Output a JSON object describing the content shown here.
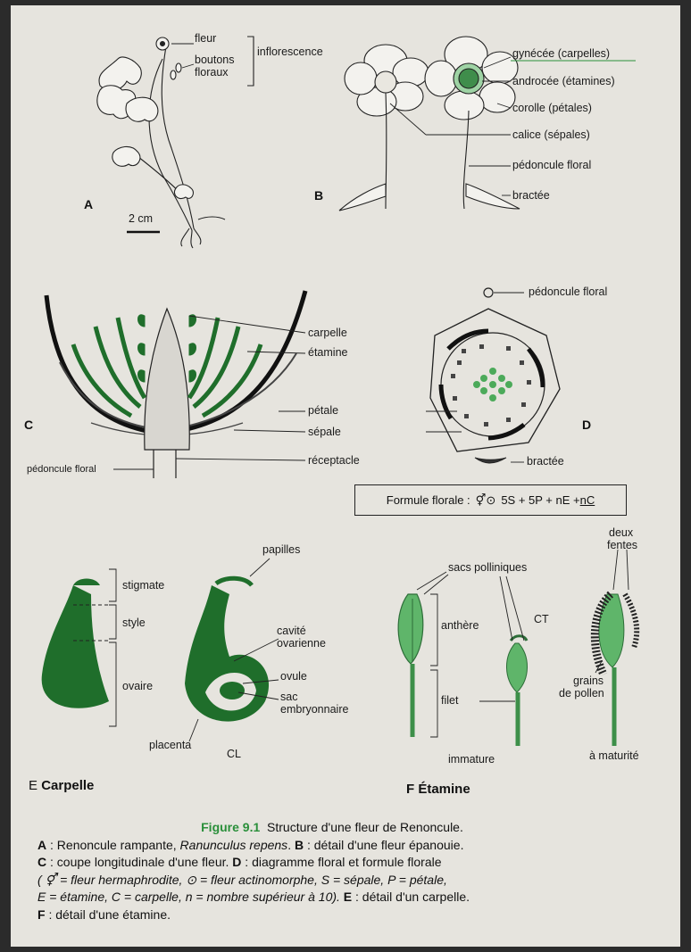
{
  "panel_a": {
    "letter": "A",
    "fleur": "fleur",
    "boutons": "boutons",
    "floraux": "floraux",
    "inflorescence": "inflorescence",
    "scale": "2 cm"
  },
  "panel_b": {
    "letter": "B",
    "gynecee": "gynécée (carpelles)",
    "androcee": "androcée (étamines)",
    "corolle": "corolle (pétales)",
    "calice": "calice (sépales)",
    "pedoncule": "pédoncule floral",
    "bractee": "bractée"
  },
  "panel_c": {
    "letter": "C",
    "carpelle": "carpelle",
    "etamine": "étamine",
    "petale": "pétale",
    "sepale": "sépale",
    "pedoncule": "pédoncule floral",
    "receptacle": "réceptacle"
  },
  "panel_d": {
    "letter": "D",
    "pedoncule": "pédoncule floral",
    "bractee": "bractée"
  },
  "formula": {
    "label": "Formule florale :",
    "symbols": "⚥⊙",
    "text": "5S + 5P + nE + ",
    "underlined": "nC"
  },
  "panel_e": {
    "stigmate": "stigmate",
    "style": "style",
    "ovaire": "ovaire",
    "papilles": "papilles",
    "cavite": "cavité",
    "ovarienne": "ovarienne",
    "ovule": "ovule",
    "sac": "sac",
    "embryonnaire": "embryonnaire",
    "placenta": "placenta",
    "cl": "CL",
    "title_letter": "E",
    "title": "Carpelle"
  },
  "panel_f": {
    "sacs": "sacs polliniques",
    "ct": "CT",
    "anthere": "anthère",
    "filet": "filet",
    "immature": "immature",
    "deux": "deux",
    "fentes": "fentes",
    "grains": "grains",
    "de_pollen": "de pollen",
    "maturite": "à maturité",
    "title": "F Étamine"
  },
  "caption": {
    "fig": "Figure 9.1",
    "title": "Structure d'une fleur de Renoncule.",
    "a_key": "A",
    "a_text": " : Renoncule rampante, ",
    "a_species": "Ranunculus repens",
    "a_end": ". ",
    "b_key": "B",
    "b_text": " : détail d'une fleur épanouie.",
    "c_key": "C",
    "c_text": " : coupe longitudinale d'une fleur. ",
    "d_key": "D",
    "d_text": " : diagramme floral et formule florale",
    "legend_line1": "( ⚥ = fleur hermaphrodite,   ⊙ = fleur actinomorphe, S = sépale, P = pétale,",
    "legend_line2": "E = étamine, C = carpelle, n = nombre supérieur à 10). ",
    "e_key": "E",
    "e_text": " : détail d'un carpelle.",
    "f_key": "F",
    "f_text": " : détail d'une étamine."
  },
  "colors": {
    "green_dark": "#1f6e2b",
    "green_light": "#5fb56a",
    "caption_title": "#2a8f3a",
    "paper": "#e6e4de"
  }
}
